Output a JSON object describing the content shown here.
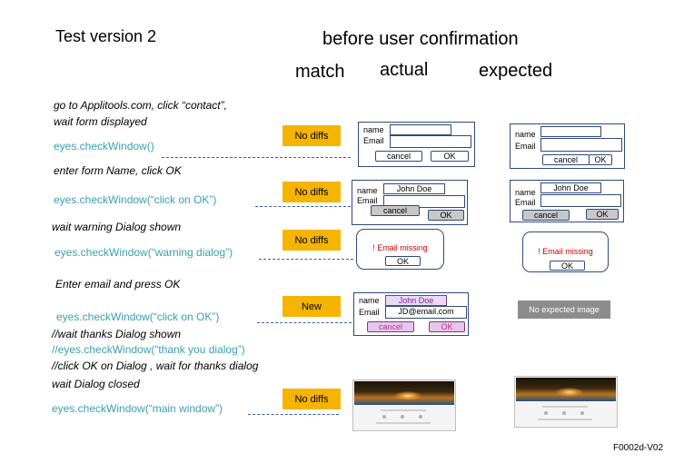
{
  "title": "Test version  2",
  "header": {
    "main": "before user confirmation",
    "match": "match",
    "actual": "actual",
    "expected": "expected"
  },
  "steps": {
    "s1": "go to Applitools.com,  click “contact”,",
    "s1b": "wait form displayed",
    "c1": "eyes.checkWindow()",
    "s2": "enter form Name, click OK",
    "c2": "eyes.checkWindow(“click  on OK”)",
    "s3": "wait warning Dialog shown",
    "c3": "eyes.checkWindow(“warning  dialog”)",
    "s4": "Enter email and press OK",
    "c4": "eyes.checkWindow(“click  on OK”)",
    "s5": "//wait thanks Dialog shown",
    "c5": "//eyes.checkWindow(“thank  you dialog”)",
    "s6": "//click OK on Dialog , wait for thanks dialog",
    "s7": "wait Dialog closed",
    "c6": "eyes.checkWindow(“main  window”)"
  },
  "badges": {
    "b1": "No diffs",
    "b2": "No diffs",
    "b3": "No diffs",
    "b4": "New",
    "b5": "No diffs"
  },
  "form": {
    "name_label": "name",
    "email_label": "Email",
    "cancel": "cancel",
    "ok": "OK",
    "name_value": "John Doe",
    "email_value": "JD@email.com"
  },
  "dialog": {
    "error": "! Email missing",
    "ok": "OK"
  },
  "no_expected": "No expected image",
  "footer": "F0002d-V02",
  "colors": {
    "badge": "#f5b400",
    "code": "#3a9fb0",
    "error": "#cc0000",
    "border": "#2f4a7a"
  }
}
